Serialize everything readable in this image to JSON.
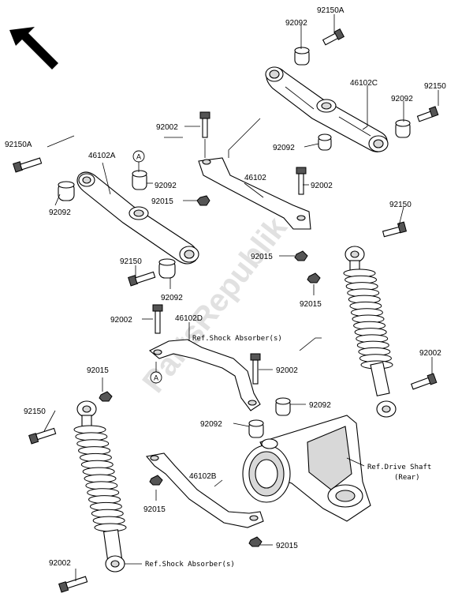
{
  "watermark": "PartsRepublik",
  "labels": {
    "p92150A_top": "92150A",
    "p92092_top": "92092",
    "p46102C": "46102C",
    "p92150_right": "92150",
    "p92092_right": "92092",
    "p92092_mid": "92092",
    "p92002_top": "92002",
    "p92150A_left": "92150A",
    "p46102A": "46102A",
    "p46102": "46102",
    "p92092_a": "92092",
    "p92015_a": "92015",
    "p92002_mid": "92002",
    "p92092_left": "92092",
    "p92150_shock": "92150",
    "p92150_arm": "92150",
    "p92015_arm": "92015",
    "p92092_arm": "92092",
    "p92015_shock": "92015",
    "p92002_46102D": "92002",
    "p46102D": "46102D",
    "p92015_lshock": "92015",
    "p92002_center": "92002",
    "p92002_rshock": "92002",
    "p92150_lshock": "92150",
    "p92092_center_r": "92092",
    "p92092_center_l": "92092",
    "p46102B": "46102B",
    "p92015_46102B": "92015",
    "p92015_bottom": "92015",
    "p92002_bottom": "92002"
  },
  "refs": {
    "shock_right": "Ref.Shock Absorber(s)",
    "drive_shaft_1": "Ref.Drive Shaft",
    "drive_shaft_2": "(Rear)",
    "shock_left": "Ref.Shock Absorber(s)"
  },
  "markers": {
    "a_top": "A",
    "a_bottom": "A"
  }
}
